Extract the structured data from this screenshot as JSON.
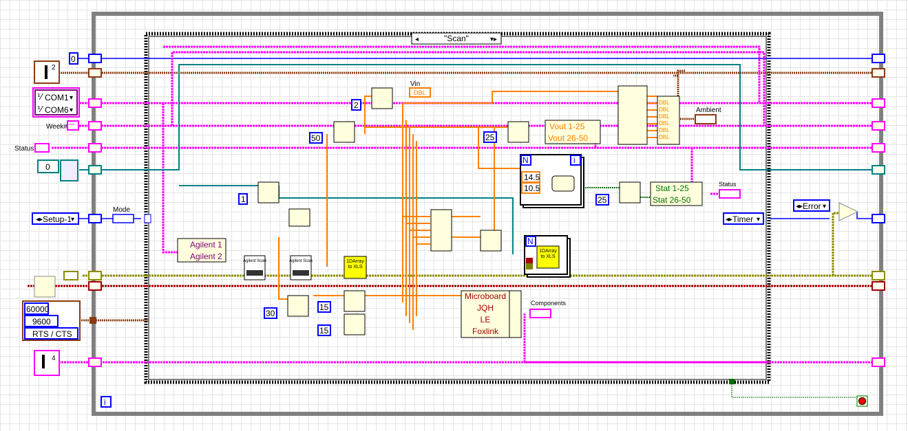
{
  "case_selector": {
    "value": "\"Scan\""
  },
  "controls": {
    "zero_const": "0",
    "visa_count_1": "2",
    "com1": "COM1",
    "com6": "COM6",
    "week_label": "Week#",
    "week_icon": "\"\"\"",
    "status_label": "Status",
    "file_index": "0",
    "setup": "Setup-1",
    "mode_label": "Mode",
    "timeout": "60000",
    "baud": "9600",
    "flow": "RTS / CTS",
    "visa_count_2": "4",
    "loop_index": "i"
  },
  "inner": {
    "const_2": "2",
    "const_50": "50",
    "const_25a": "25",
    "const_1": "1",
    "const_30": "30",
    "const_15a": "15",
    "const_15b": "15",
    "const_25b": "25",
    "vin_label": "Vin",
    "dbl": "DBL",
    "vout_1": "Vout 1-25",
    "vout_2": "Vout 26-50",
    "ambient_label": "Ambient",
    "n": "N",
    "i": "i",
    "v_high": "14.5",
    "v_low": "10.5",
    "stat_1": "Stat 1-25",
    "stat_2": "Stat 26-50",
    "status_label": "Status",
    "agilent_1": "Agilent 1",
    "agilent_2": "Agilent 2",
    "agilent_scan": "Agilent Scan",
    "xls_1": "1DArray",
    "xls_2": "to XLS",
    "components": [
      "Microboard",
      "JQH",
      "LE",
      "Foxlink"
    ],
    "components_label": "Components",
    "error": "Error",
    "timer": "Timer"
  },
  "colors": {
    "loop": "#808080",
    "numeric_blue": "#0000ff",
    "string_pink": "#ff00ff",
    "visa_brown": "#8b3a0f",
    "teal": "#008080",
    "orange": "#ff8000",
    "error_yellow": "#8c8c00",
    "dark_red": "#a00000",
    "green": "#007000"
  }
}
